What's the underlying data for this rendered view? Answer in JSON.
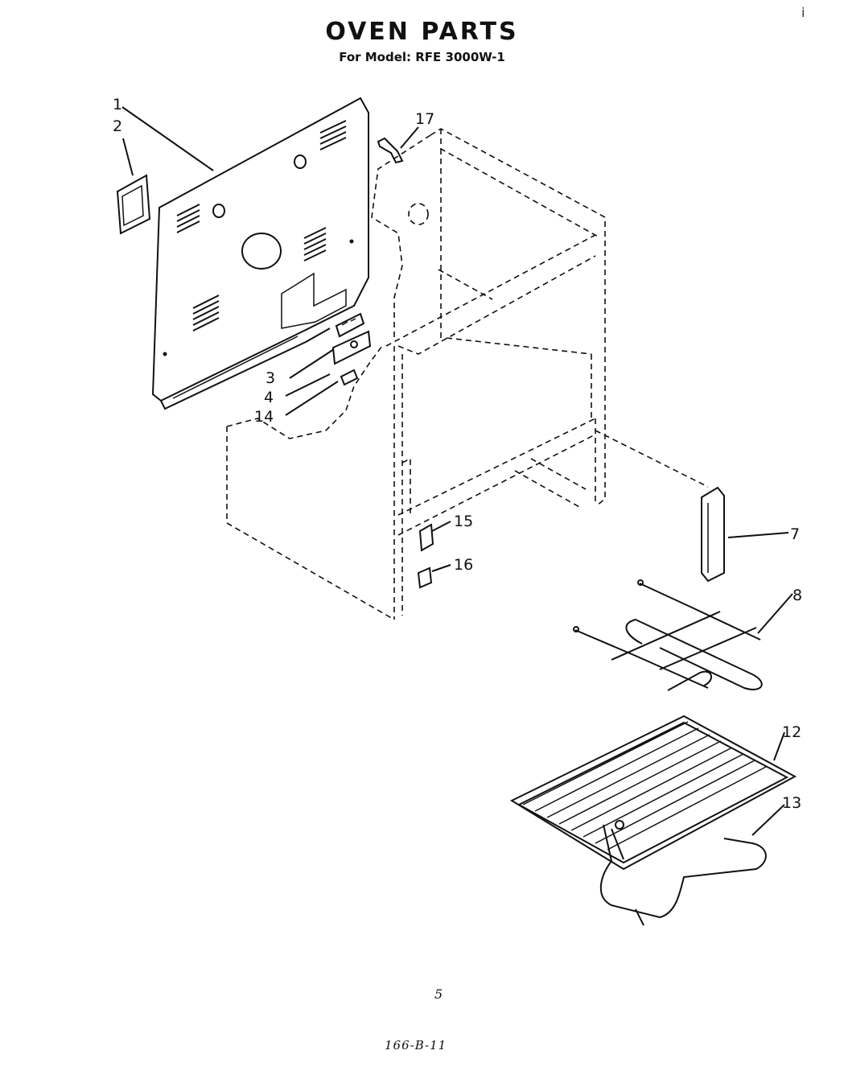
{
  "header": {
    "title": "OVEN PARTS",
    "subtitle": "For Model: RFE 3000W-1",
    "corner_mark": "i"
  },
  "callouts": [
    {
      "id": "c1",
      "label": "1"
    },
    {
      "id": "c2",
      "label": "2"
    },
    {
      "id": "c3",
      "label": "3"
    },
    {
      "id": "c4",
      "label": "4"
    },
    {
      "id": "c14",
      "label": "14"
    },
    {
      "id": "c17",
      "label": "17"
    },
    {
      "id": "c15",
      "label": "15"
    },
    {
      "id": "c16",
      "label": "16"
    },
    {
      "id": "c7",
      "label": "7"
    },
    {
      "id": "c8",
      "label": "8"
    },
    {
      "id": "c12",
      "label": "12"
    },
    {
      "id": "c13",
      "label": "13"
    }
  ],
  "footer": {
    "page_number": "5",
    "doc_code": "166-B-11"
  }
}
